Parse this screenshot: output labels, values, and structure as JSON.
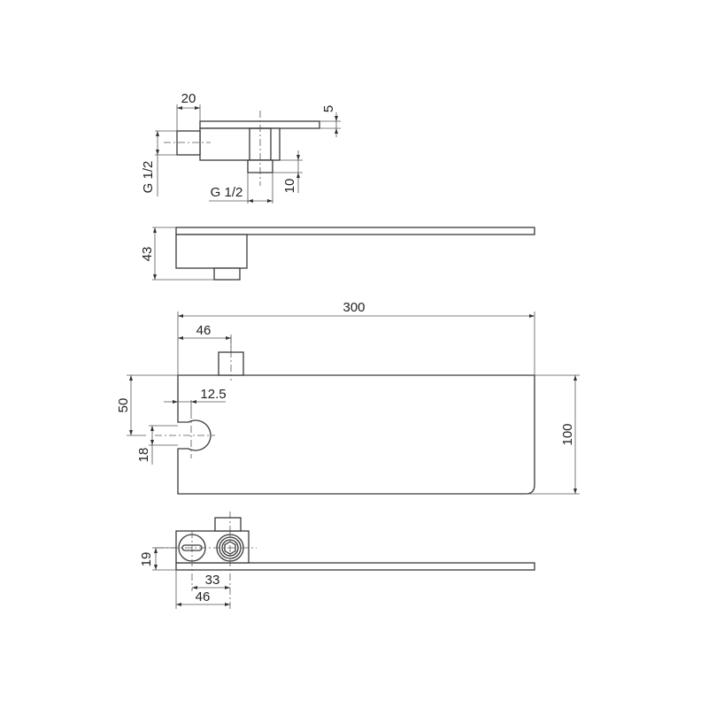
{
  "drawing": {
    "line_color": "#3a3a3a",
    "background": "#ffffff",
    "views": {
      "top_view": {
        "dimensions": {
          "nozzle_length": "20",
          "plate_thickness": "5",
          "side_thread": "G 1/2",
          "bottom_thread": "G 1/2",
          "bottom_stub": "10"
        }
      },
      "side_view": {
        "dimensions": {
          "height": "43"
        }
      },
      "front_view": {
        "dimensions": {
          "overall_length": "300",
          "stub_offset": "46",
          "slot_offset": "12.5",
          "slot_depth": "50",
          "slot_width": "18",
          "plate_height": "100"
        }
      },
      "end_view": {
        "dimensions": {
          "hole_height": "19",
          "hole_spacing": "33",
          "outer_spacing": "46"
        }
      }
    }
  }
}
